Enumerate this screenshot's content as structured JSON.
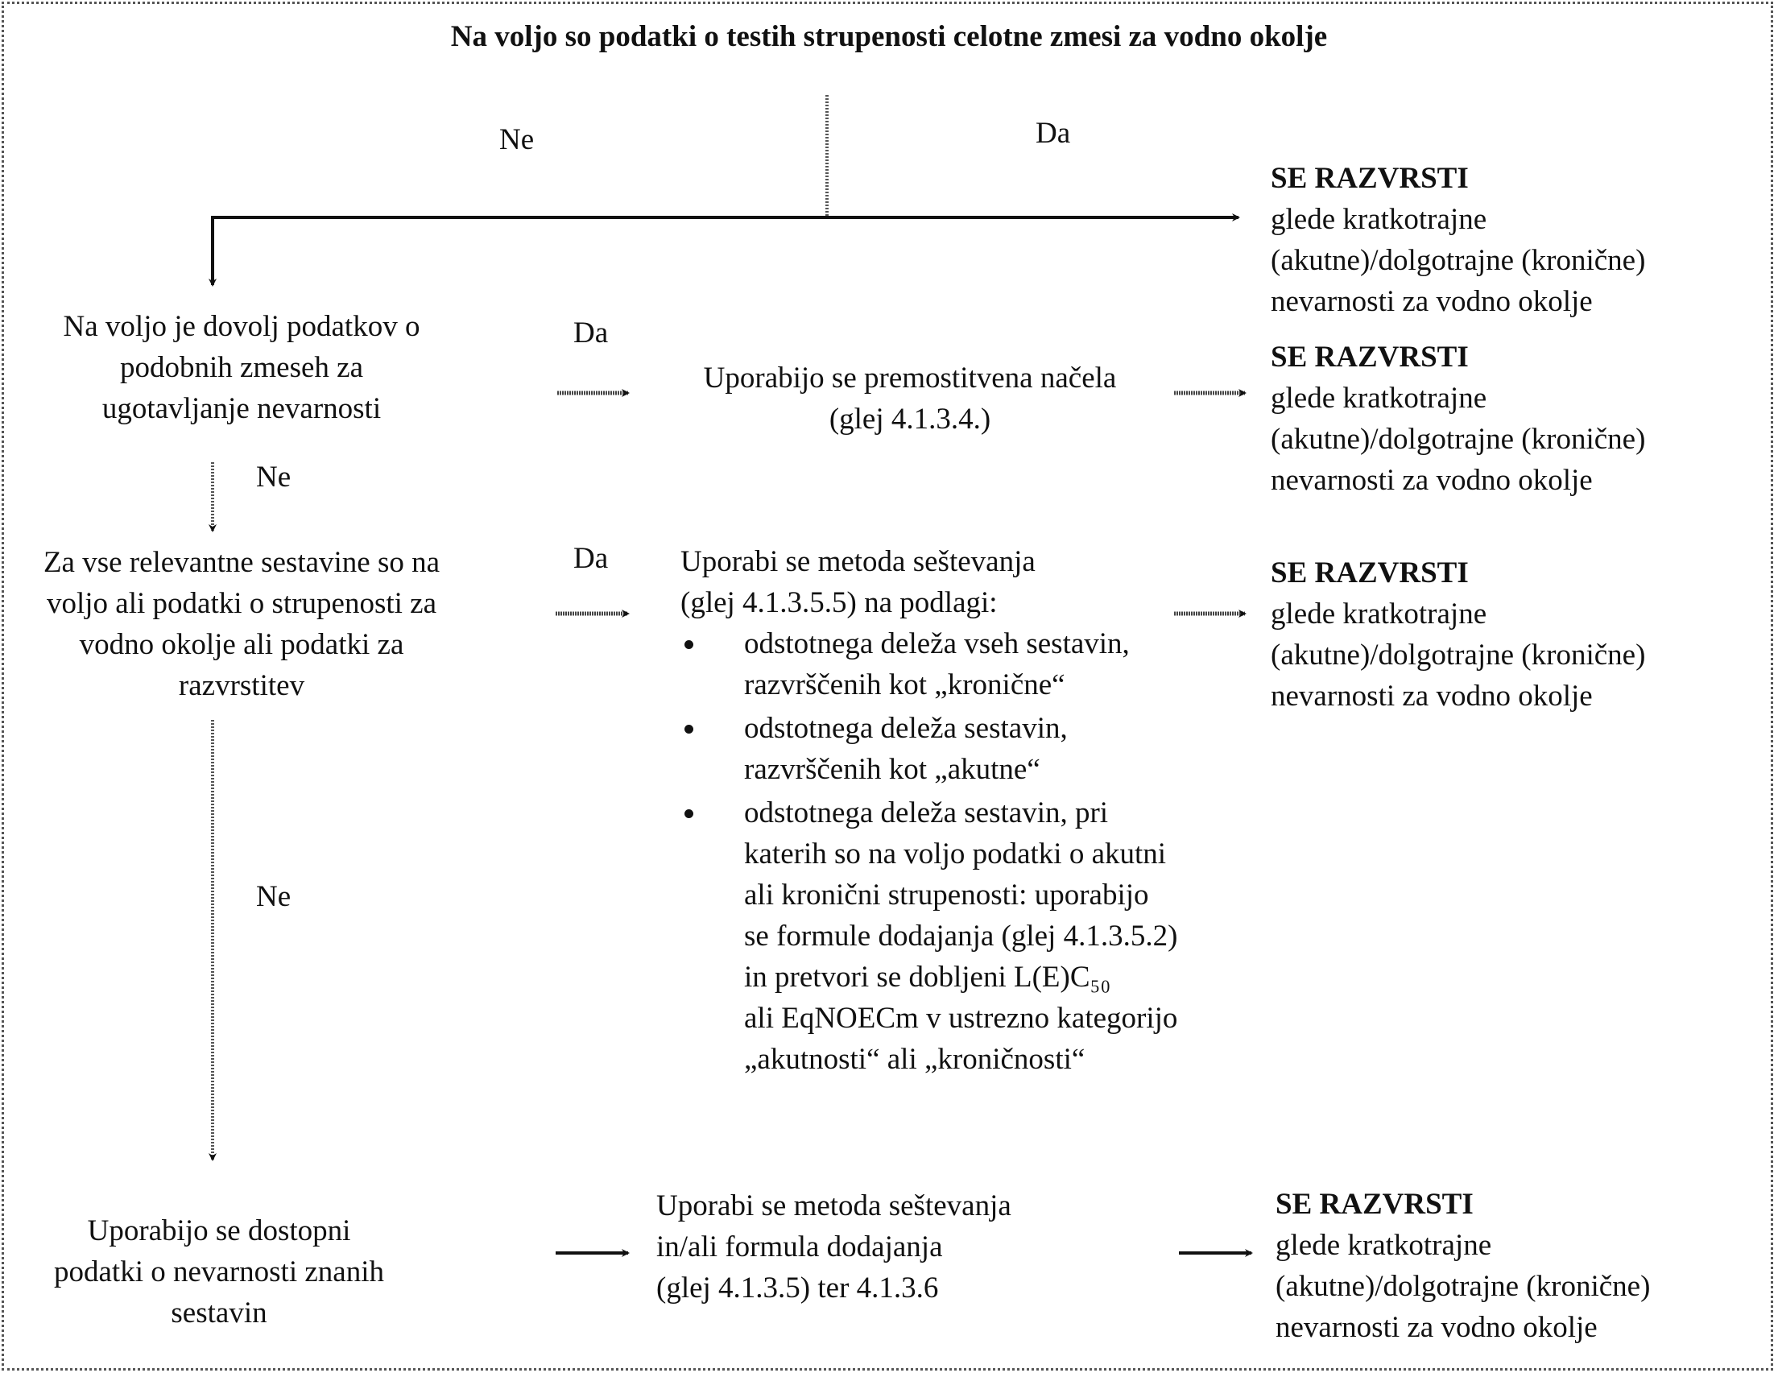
{
  "title": "Na voljo so podatki o testih strupenosti celotne zmesi za vodno okolje",
  "branch_labels": {
    "top_no": "Ne",
    "top_yes": "Da",
    "row1_yes": "Da",
    "row1_no": "Ne",
    "row2_yes": "Da",
    "row2_no": "Ne"
  },
  "result_box": {
    "heading": "SE RAZVRSTI",
    "lines": [
      "glede kratkotrajne",
      "(akutne)/dolgotrajne (kronične)",
      "nevarnosti za vodno okolje"
    ]
  },
  "questions": {
    "q1": [
      "Na voljo je dovolj podatkov o",
      "podobnih zmeseh za",
      "ugotavljanje nevarnosti"
    ],
    "q2": [
      "Za vse relevantne sestavine so na",
      "voljo ali podatki o strupenosti za",
      "vodno okolje ali podatki za",
      "razvrstitev"
    ],
    "q3": [
      "Uporabijo se dostopni",
      "podatki o nevarnosti znanih",
      "sestavin"
    ]
  },
  "actions": {
    "a1": [
      "Uporabijo se premostitvena načela",
      "(glej 4.1.3.4.)"
    ],
    "a2_intro": [
      "Uporabi se metoda seštevanja",
      "(glej 4.1.3.5.5) na podlagi:"
    ],
    "a2_bullets": [
      [
        "odstotnega deleža vseh sestavin,",
        "razvrščenih kot „kronične“"
      ],
      [
        "odstotnega deleža sestavin,",
        "razvrščenih kot „akutne“"
      ],
      [
        "odstotnega deleža sestavin, pri",
        "katerih so na voljo podatki o akutni",
        "ali kronični strupenosti: uporabijo",
        "se formule dodajanja (glej 4.1.3.5.2)",
        "in pretvori se dobljeni L(E)C₅₀",
        "ali EqNOECm v ustrezno kategorijo",
        "„akutnosti“ ali „kroničnosti“"
      ]
    ],
    "a3": [
      "Uporabi se metoda seštevanja",
      "in/ali formula dodajanja",
      "(glej 4.1.3.5) ter 4.1.3.6"
    ]
  }
}
